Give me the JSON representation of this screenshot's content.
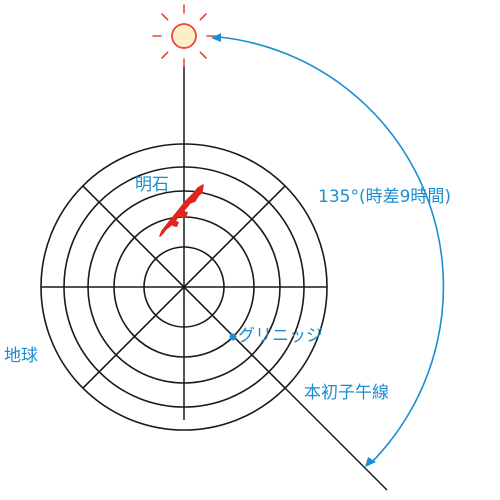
{
  "labels": {
    "akashi": "明石",
    "greenwich": "グリニッジ",
    "earth": "地球",
    "prime_meridian": "本初子午線",
    "angle": "135°(時差9時間)"
  },
  "colors": {
    "line": "#1a1a1a",
    "accent_blue": "#1a8fd0",
    "sun": "#e8473a",
    "sun_fill": "#fdeec9",
    "japan": "#e0241b"
  },
  "icons": {
    "sun": "sun-icon",
    "japan_map": "japan-map-icon",
    "greenwich_marker": "dot-marker"
  }
}
